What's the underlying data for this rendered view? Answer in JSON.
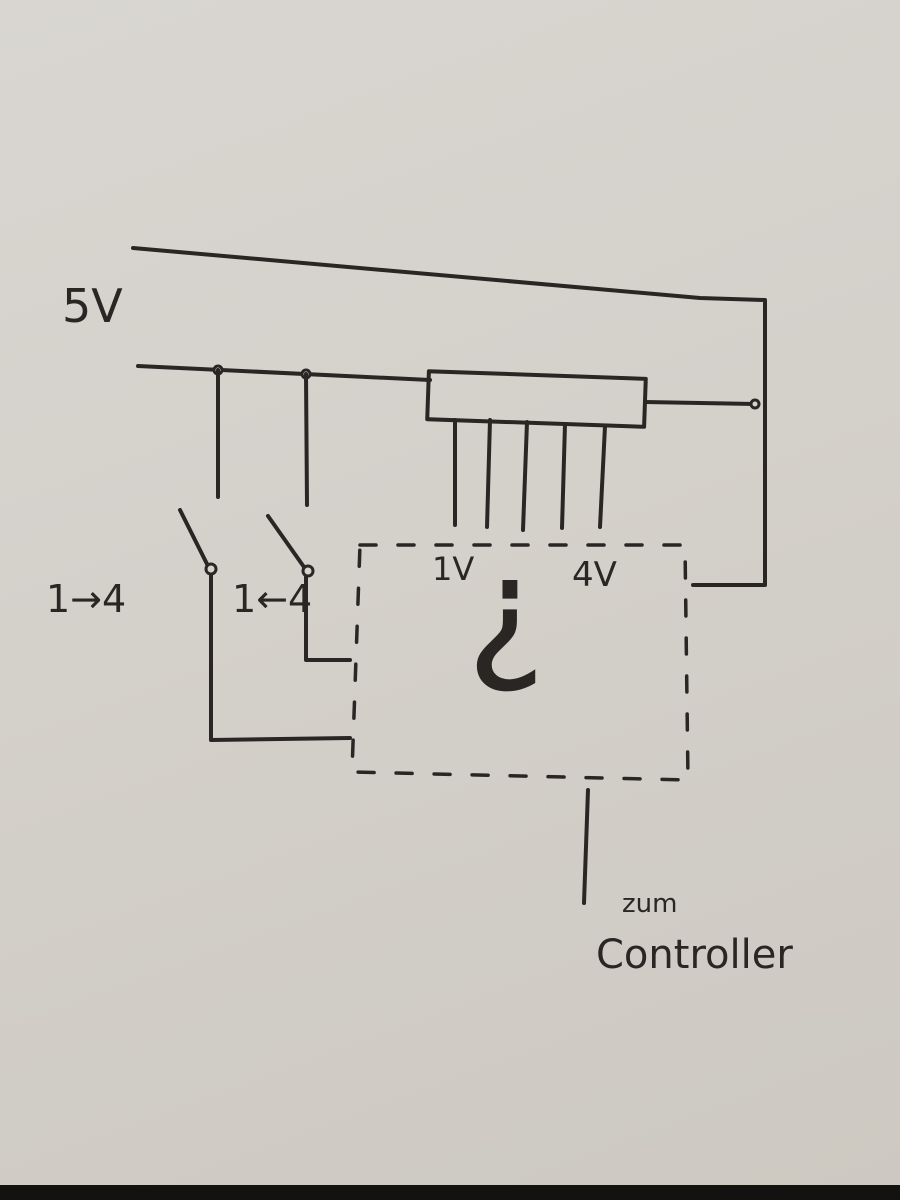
{
  "labels": {
    "supply_voltage": "5V",
    "switch_up": "1→4",
    "switch_down": "1←4",
    "tap_low": "1V",
    "tap_high": "4V",
    "unknown_block": "?",
    "output_line1": "zum",
    "output_line2": "Controller"
  },
  "colors": {
    "ink": "#2a2624",
    "paper": "#d6d2cc"
  }
}
